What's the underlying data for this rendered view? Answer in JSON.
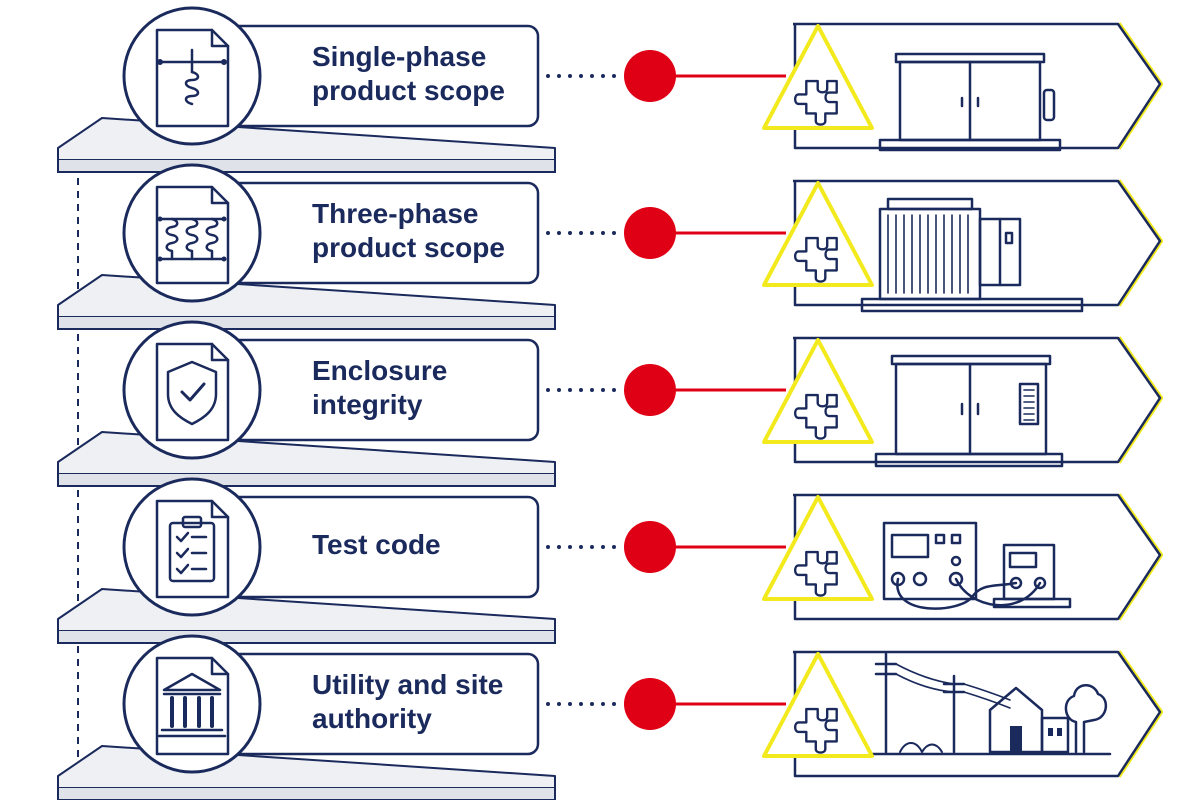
{
  "colors": {
    "navy": "#1b2a5c",
    "accent_red": "#e00015",
    "warning_yellow": "#f2ea1c",
    "shelf_grey": "#eef0f4"
  },
  "rows": [
    {
      "title": [
        "Single-phase",
        "product scope"
      ],
      "doc_icon": "coil-document-icon",
      "scene_icon": "single-phase-transformer-cabinet-icon"
    },
    {
      "title": [
        "Three-phase",
        "product scope"
      ],
      "doc_icon": "three-coil-document-icon",
      "scene_icon": "three-phase-transformer-icon"
    },
    {
      "title": [
        "Enclosure",
        "integrity"
      ],
      "doc_icon": "shield-check-document-icon",
      "scene_icon": "enclosure-cabinet-icon"
    },
    {
      "title": [
        "Test code"
      ],
      "doc_icon": "clipboard-checklist-document-icon",
      "scene_icon": "test-equipment-icon"
    },
    {
      "title": [
        "Utility and site",
        "authority"
      ],
      "doc_icon": "institution-document-icon",
      "scene_icon": "utility-site-icon"
    }
  ],
  "connector_icon": "puzzle-warning-triangle-icon"
}
